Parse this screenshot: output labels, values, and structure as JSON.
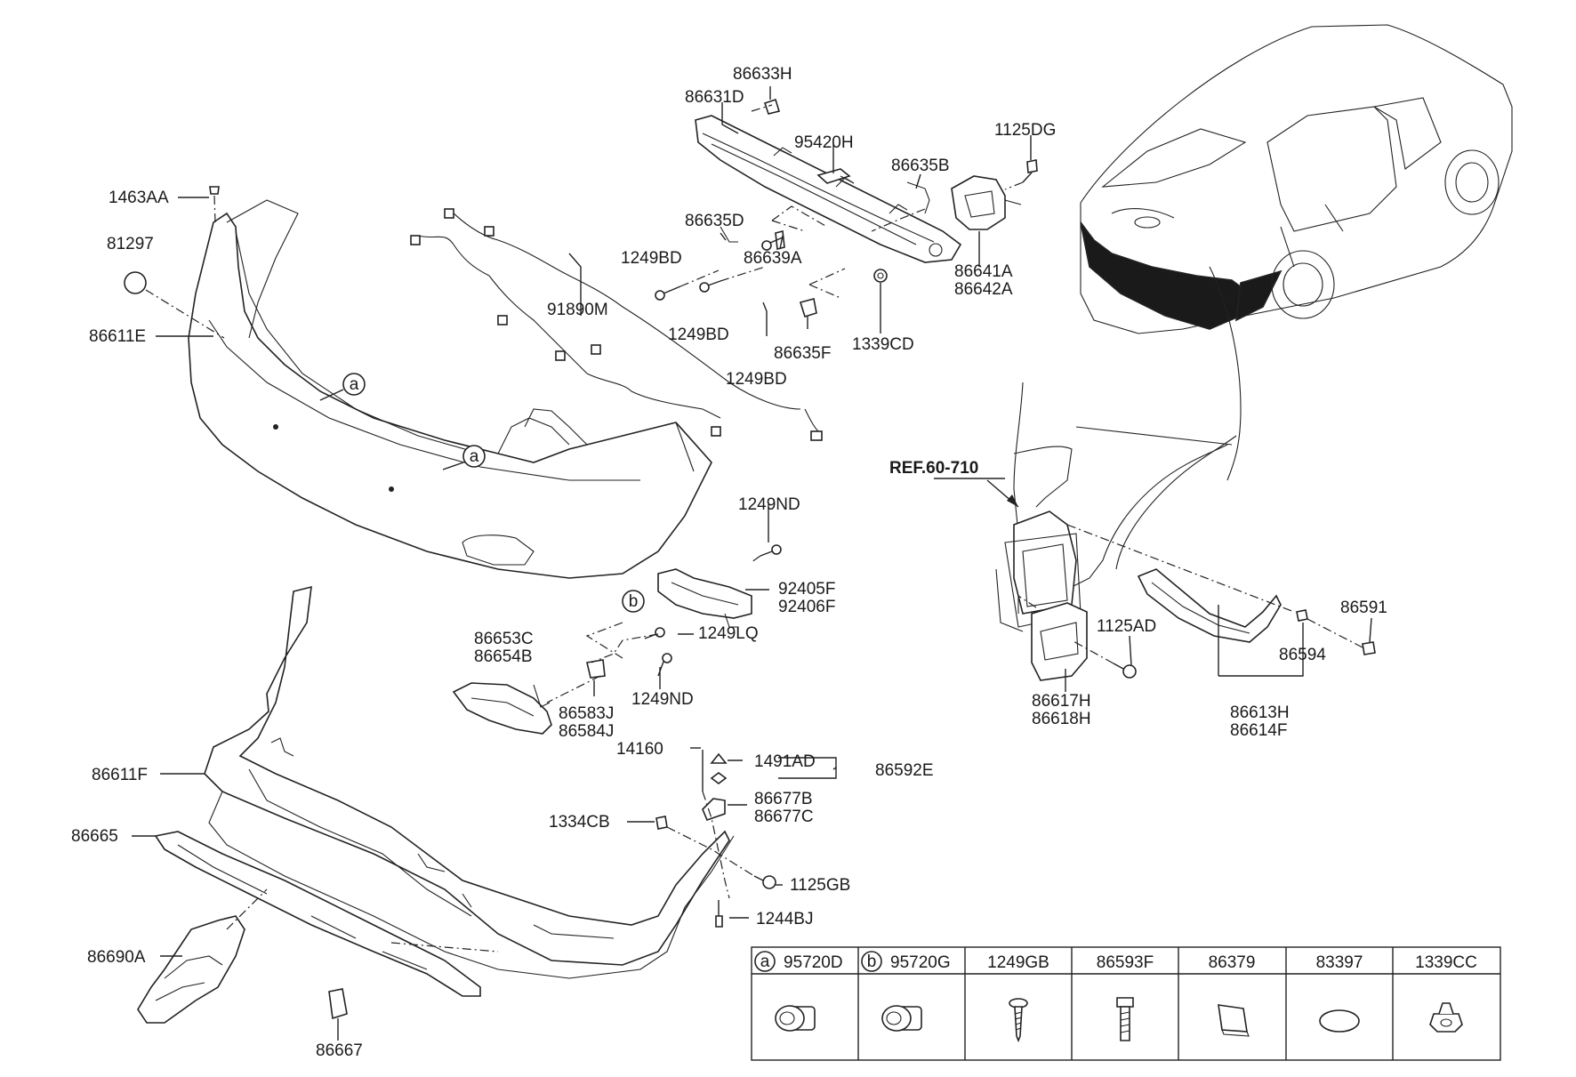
{
  "labels": {
    "86633H": "86633H",
    "86631D": "86631D",
    "95420H": "95420H",
    "1125DG": "1125DG",
    "86635B": "86635B",
    "86635D": "86635D",
    "1249BD_a": "1249BD",
    "86639A": "86639A",
    "1249BD_b": "1249BD",
    "86641A": "86641A",
    "86642A": "86642A",
    "1339CD": "1339CD",
    "86635F": "86635F",
    "1249BD_c": "1249BD",
    "1463AA": "1463AA",
    "81297": "81297",
    "86611E": "86611E",
    "91890M": "91890M",
    "ref": "REF.60-710",
    "1249ND_a": "1249ND",
    "92405F": "92405F",
    "92406F": "92406F",
    "1249LQ": "1249LQ",
    "86653C": "86653C",
    "86654B": "86654B",
    "1249ND_b": "1249ND",
    "86583J": "86583J",
    "86584J": "86584J",
    "14160": "14160",
    "1491AD": "1491AD",
    "86592E": "86592E",
    "86611F": "86611F",
    "86677B": "86677B",
    "86677C": "86677C",
    "1334CB": "1334CB",
    "86665": "86665",
    "1125GB": "1125GB",
    "1244BJ": "1244BJ",
    "86690A": "86690A",
    "86667": "86667",
    "1125AD": "1125AD",
    "86591": "86591",
    "86594": "86594",
    "86617H": "86617H",
    "86618H": "86618H",
    "86613H": "86613H",
    "86614F": "86614F",
    "circle_a": "a",
    "circle_b": "b"
  },
  "legend_table": {
    "headers": [
      {
        "marker": "a",
        "part": "95720D"
      },
      {
        "marker": "b",
        "part": "95720G"
      },
      {
        "marker": "",
        "part": "1249GB"
      },
      {
        "marker": "",
        "part": "86593F"
      },
      {
        "marker": "",
        "part": "86379"
      },
      {
        "marker": "",
        "part": "83397"
      },
      {
        "marker": "",
        "part": "1339CC"
      }
    ],
    "icons": [
      "parking-sensor-icon",
      "parking-sensor-icon",
      "screw-icon",
      "bolt-icon",
      "pad-icon",
      "oval-plug-icon",
      "nut-icon"
    ]
  }
}
